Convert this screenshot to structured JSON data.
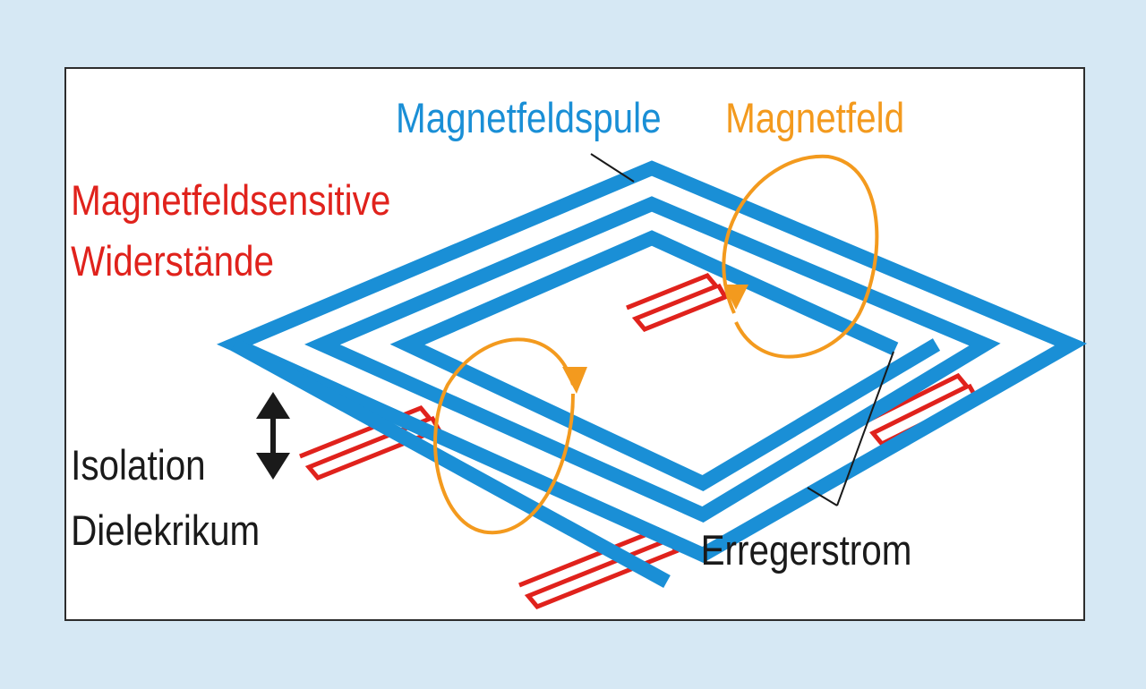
{
  "labels": {
    "coil": "Magnetfeldspule",
    "field": "Magnetfeld",
    "resistors_line1": "Magnetfeldsensitive",
    "resistors_line2": "Widerstände",
    "isolation_line1": "Isolation",
    "isolation_line2": "Dielekrikum",
    "current": "Erregerstrom"
  },
  "colors": {
    "coil": "#1a8fd6",
    "field": "#f39a1e",
    "resistor": "#e0221c",
    "text": "#1a1a1a",
    "background": "#d6e8f4"
  }
}
